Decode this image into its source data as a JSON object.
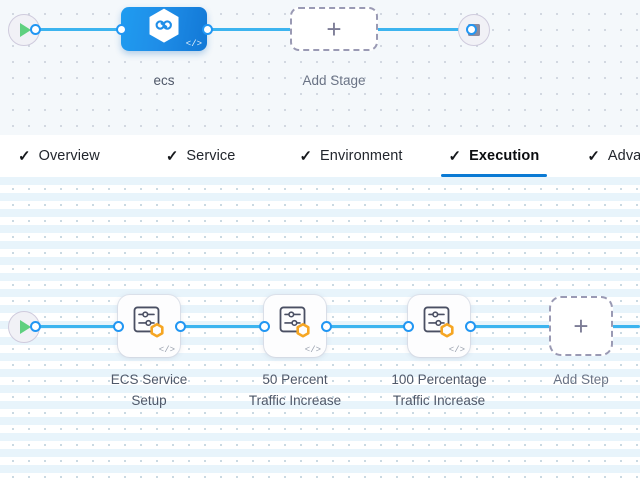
{
  "stage_canvas": {
    "start_node": {
      "icon": "play-icon",
      "name": "pipeline-start"
    },
    "end_node": {
      "icon": "stop-square-icon",
      "name": "pipeline-end"
    },
    "stage": {
      "label": "ecs",
      "icon": "hexagon-infinity-icon",
      "code_marker": "</>"
    },
    "add_stage": {
      "label": "Add Stage",
      "icon": "plus-icon"
    }
  },
  "tabs": {
    "check_glyph": "✓",
    "items": [
      {
        "label": "Overview",
        "active": false,
        "checked": true
      },
      {
        "label": "Service",
        "active": false,
        "checked": true
      },
      {
        "label": "Environment",
        "active": false,
        "checked": true
      },
      {
        "label": "Execution",
        "active": true,
        "checked": true
      },
      {
        "label": "Advanced",
        "active": false,
        "checked": true
      }
    ]
  },
  "execution_canvas": {
    "start_node": {
      "icon": "play-icon",
      "name": "execution-start"
    },
    "steps": [
      {
        "label": "ECS Service\nSetup",
        "icon": "step-settings-icon",
        "badge": "orange-hexagon-badge",
        "code_marker": "</>"
      },
      {
        "label": "50 Percent\nTraffic Increase",
        "icon": "step-settings-icon",
        "badge": "orange-hexagon-badge",
        "code_marker": "</>"
      },
      {
        "label": "100 Percentage\nTraffic Increase",
        "icon": "step-settings-icon",
        "badge": "orange-hexagon-badge",
        "code_marker": "</>"
      }
    ],
    "add_step": {
      "label": "Add Step",
      "icon": "plus-icon"
    }
  },
  "colors": {
    "wire": "#3cb4ef",
    "port_border": "#2196f3",
    "stage_node_blue": "#1f8ee8",
    "active_tab_underline": "#0a7ad4",
    "badge_orange": "#f6a623",
    "play_green": "#5fd07f",
    "stop_gray": "#8b8b9e",
    "stage_canvas_bg": "#f4f8fb",
    "exec_canvas_bg": "#ffffff"
  }
}
